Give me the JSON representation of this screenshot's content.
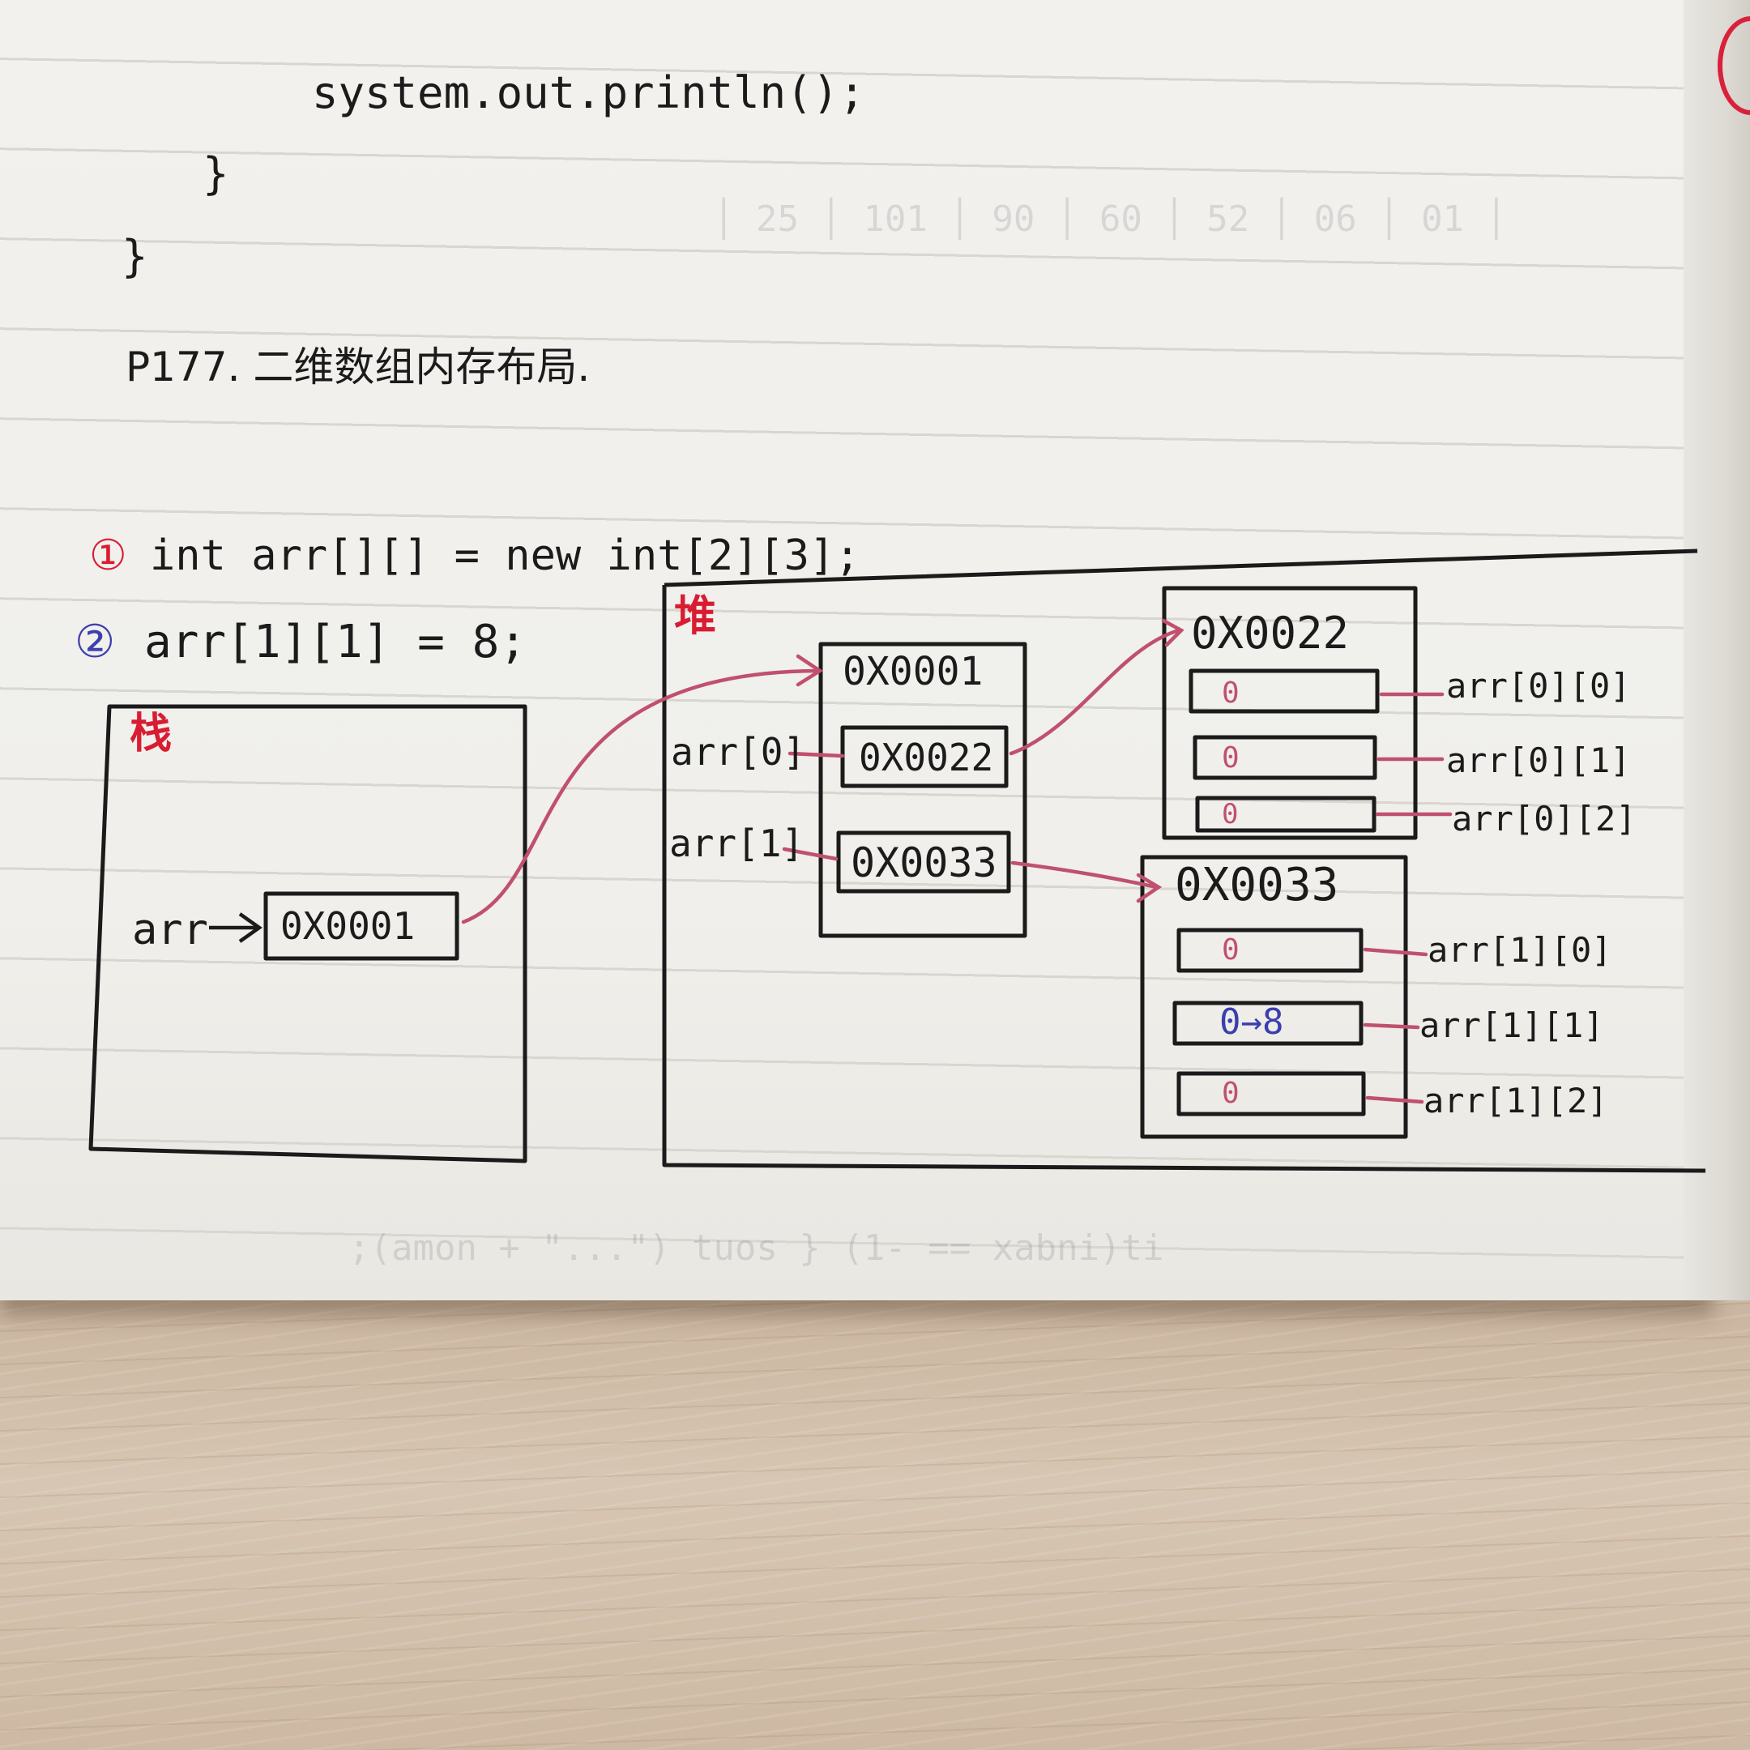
{
  "notebook": {
    "code_lines": [
      "system.out.println();",
      "}",
      "}"
    ],
    "heading": "P177. 二维数组内存布局.",
    "steps": [
      {
        "marker": "①",
        "code": "int arr[][] = new int[2][3];"
      },
      {
        "marker": "②",
        "code": "arr[1][1] = 8;"
      }
    ]
  },
  "diagram": {
    "stack_label": "栈",
    "heap_label": "堆",
    "stack_var": "arr",
    "stack_value": "0X0001",
    "outer_array": {
      "address": "0X0001",
      "rows": [
        {
          "label": "arr[0]",
          "value": "0X0022"
        },
        {
          "label": "arr[1]",
          "value": "0X0033"
        }
      ]
    },
    "inner_arrays": [
      {
        "address": "0X0022",
        "cells": [
          {
            "value": "0",
            "label": "arr[0][0]"
          },
          {
            "value": "0",
            "label": "arr[0][1]"
          },
          {
            "value": "0",
            "label": "arr[0][2]"
          }
        ]
      },
      {
        "address": "0X0033",
        "cells": [
          {
            "value": "0",
            "label": "arr[1][0]"
          },
          {
            "value": "0→8",
            "label": "arr[1][1]"
          },
          {
            "value": "0",
            "label": "arr[1][2]"
          }
        ]
      }
    ]
  },
  "colors": {
    "ink": "#1b1b1b",
    "arrow": "#c0506e",
    "red_label": "#d81d33",
    "blue_marker": "#3b3fae"
  }
}
